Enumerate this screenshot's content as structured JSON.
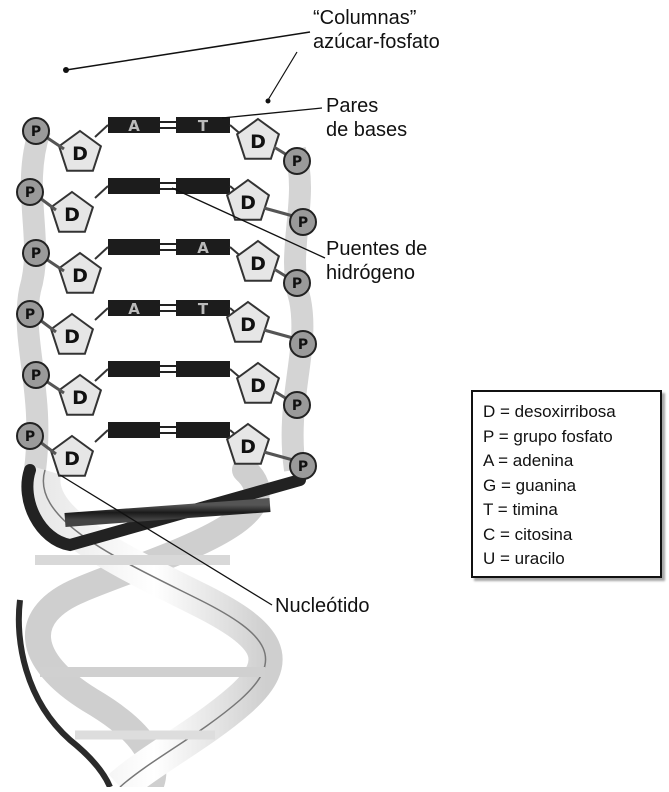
{
  "labels": {
    "columns_line1": "“Columnas”",
    "columns_line2": "azúcar-fosfato",
    "pairs_line1": "Pares",
    "pairs_line2": "de bases",
    "hbonds_line1": "Puentes de",
    "hbonds_line2": "hidrógeno",
    "nucleotide": "Nucleótido"
  },
  "symbols": {
    "sugar": "D",
    "phosphate": "P"
  },
  "base_pairs": [
    {
      "left": "A",
      "right": "T"
    },
    {
      "left": "",
      "right": ""
    },
    {
      "left": "",
      "right": "A"
    },
    {
      "left": "A",
      "right": "T"
    },
    {
      "left": "",
      "right": ""
    },
    {
      "left": "",
      "right": ""
    }
  ],
  "legend": [
    {
      "symbol": "D",
      "eq": "=",
      "meaning": "desoxirribosa"
    },
    {
      "symbol": "P",
      "eq": "=",
      "meaning": "grupo fosfato"
    },
    {
      "symbol": "A",
      "eq": "=",
      "meaning": "adenina"
    },
    {
      "symbol": "G",
      "eq": "=",
      "meaning": "guanina"
    },
    {
      "symbol": "T",
      "eq": "=",
      "meaning": "timina"
    },
    {
      "symbol": "C",
      "eq": "=",
      "meaning": "citosina"
    },
    {
      "symbol": "U",
      "eq": "=",
      "meaning": "uracilo"
    }
  ]
}
